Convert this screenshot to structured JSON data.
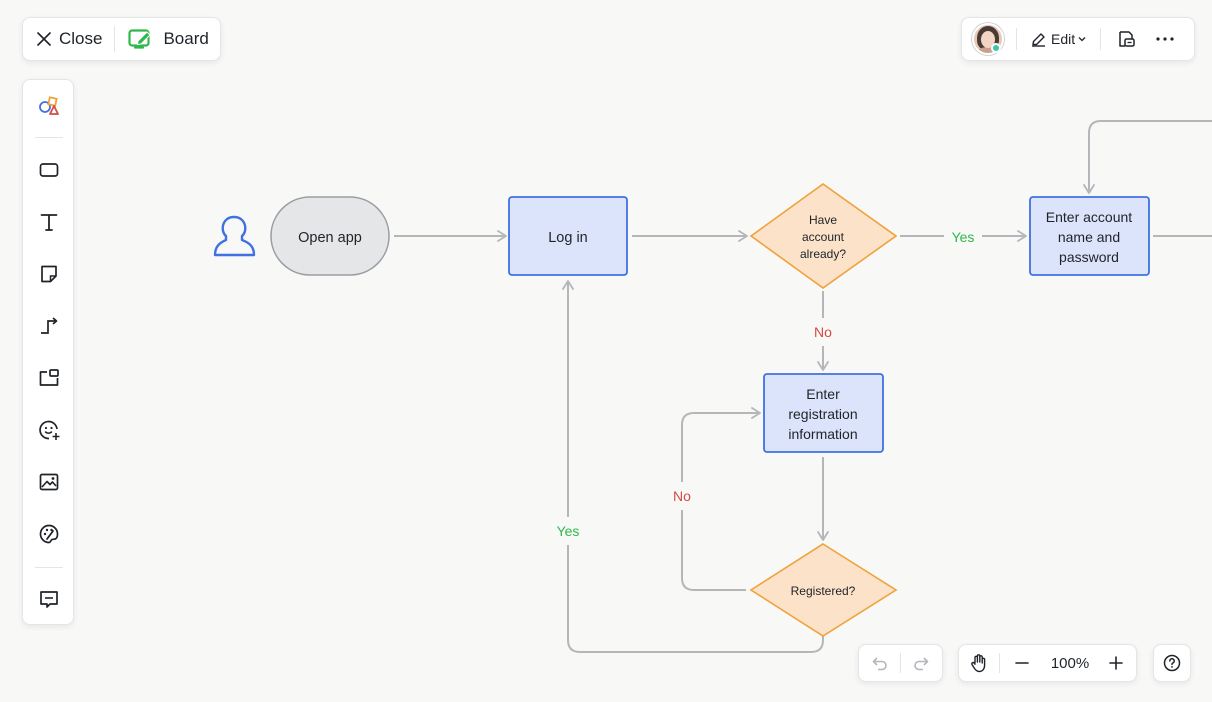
{
  "header": {
    "close_label": "Close",
    "board_label": "Board",
    "edit_label": "Edit"
  },
  "colors": {
    "process_fill": "#dce4fb",
    "process_stroke": "#3f71e0",
    "decision_fill": "#fbe2c8",
    "decision_stroke": "#f0a23c",
    "terminal_fill": "#e5e6e8",
    "terminal_stroke": "#9a9da3",
    "connector": "#b4b6ba",
    "yes_text": "#2fb84a",
    "no_text": "#d24b45",
    "actor": "#3f71e0"
  },
  "toolbar": {
    "tools": [
      "shapes-icon",
      "rectangle-icon",
      "text-icon",
      "sticky-note-icon",
      "connector-icon",
      "frame-icon",
      "sticker-icon",
      "image-icon",
      "palette-icon",
      "comment-icon"
    ]
  },
  "flowchart": {
    "nodes": {
      "open_app": "Open app",
      "log_in": "Log in",
      "have_account": [
        "Have",
        "account",
        "already?"
      ],
      "enter_account": [
        "Enter account",
        "name and",
        "password"
      ],
      "enter_registration": [
        "Enter",
        "registration",
        "information"
      ],
      "registered": "Registered?"
    },
    "edge_labels": {
      "yes_to_account": "Yes",
      "no_to_registration": "No",
      "no_loop": "No",
      "yes_to_login": "Yes"
    }
  },
  "zoom": {
    "value": "100%"
  }
}
